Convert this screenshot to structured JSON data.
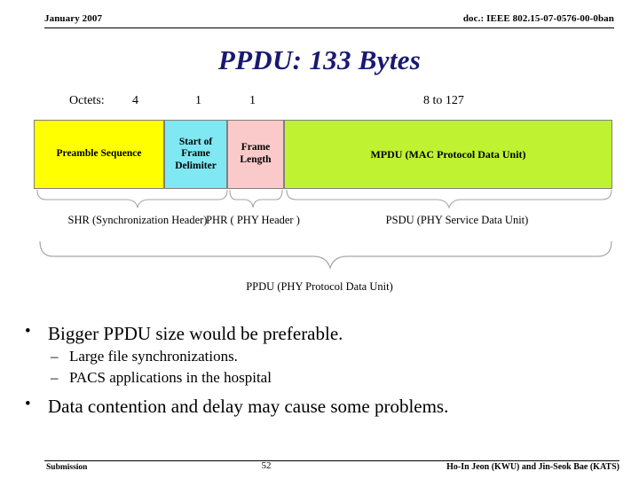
{
  "header": {
    "date": "January 2007",
    "doc": "doc.: IEEE 802.15-07-0576-00-0ban"
  },
  "title": "PPDU: 133 Bytes",
  "diagram": {
    "octets": {
      "label": "Octets:",
      "preamble": "4",
      "sfd": "1",
      "frame_length": "1",
      "mpdu": "8 to 127"
    },
    "blocks": [
      {
        "name": "preamble",
        "label": "Preamble Sequence",
        "color": "#FFFF00"
      },
      {
        "name": "sfd",
        "label": "Start of Frame Delimiter",
        "color": "#7FE8F2"
      },
      {
        "name": "frame-length",
        "label": "Frame Length",
        "color": "#FAC9C9"
      },
      {
        "name": "mpdu",
        "label": "MPDU (MAC Protocol Data Unit)",
        "color": "#BFF231"
      }
    ],
    "brace_labels": {
      "shr": "SHR (Synchronization Header)",
      "phr": "PHR ( PHY Header )",
      "psdu": "PSDU (PHY Service Data Unit)",
      "ppdu": "PPDU (PHY Protocol Data Unit)"
    },
    "brace_color": "#A6A6A6"
  },
  "bullets": [
    {
      "level": 1,
      "text": "Bigger PPDU size would be preferable."
    },
    {
      "level": 2,
      "text": "Large file synchronizations."
    },
    {
      "level": 2,
      "text": "PACS applications in the hospital"
    },
    {
      "level": 1,
      "text": "Data contention and delay may cause some problems."
    }
  ],
  "footer": {
    "left": "Submission",
    "page": "52",
    "right": "Ho-In Jeon (KWU) and Jin-Seok Bae (KATS)"
  }
}
